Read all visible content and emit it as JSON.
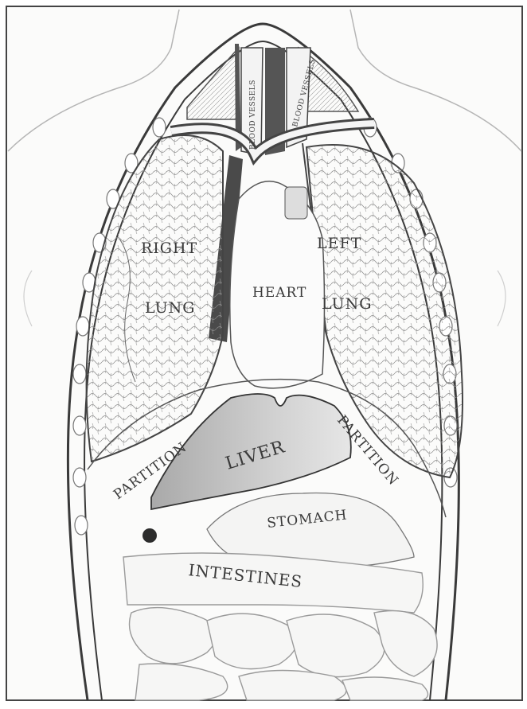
{
  "diagram": {
    "labels": {
      "blood_vessels_1": "BLOOD VESSELS",
      "blood_vessels_2": "BLOOD VESSELS",
      "right_lung_1": "RIGHT",
      "right_lung_2": "LUNG",
      "left_lung_1": "LEFT",
      "left_lung_2": "LUNG",
      "heart": "HEART",
      "liver": "LIVER",
      "partition_left": "PARTITION",
      "partition_right": "PARTITION",
      "stomach": "STOMACH",
      "intestines": "INTESTINES"
    },
    "colors": {
      "outline": "#3a3a3a",
      "paper": "#f8f8f6",
      "vessel_dark": "#555555",
      "liver_shade": "#bdbdbd"
    }
  }
}
